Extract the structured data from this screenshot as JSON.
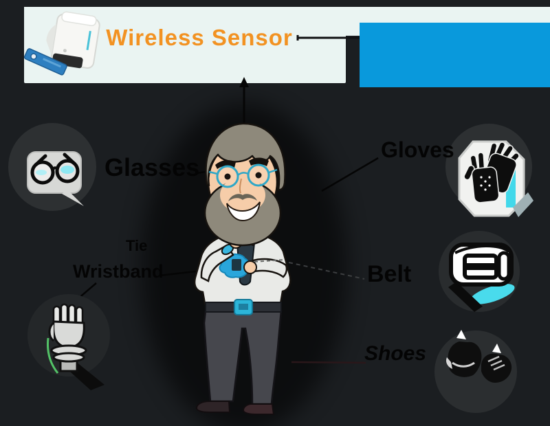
{
  "banner": {
    "title": "Wireless Sensor"
  },
  "labels": {
    "glasses": "Glasses",
    "gloves": "Gloves",
    "belt": "Belt",
    "shoes": "Shoes",
    "wristband": "Wristband",
    "tie": "Tie"
  },
  "colors": {
    "background": "#1b1e21",
    "panel_light": "#eaf4f2",
    "panel_blue": "#0999dc",
    "title_orange": "#f29222",
    "accent_cyan": "#2aa6db",
    "label_ink": "#040404",
    "node_circle": "#2d3032"
  },
  "icons": {
    "device": "wireless-sensor-device-icon",
    "glasses": "glasses-icon",
    "gloves": "gloves-icon",
    "belt": "belt-icon",
    "shoes": "shoes-icon",
    "wristband": "fist-wristband-icon",
    "character": "scientist-character-illustration"
  }
}
